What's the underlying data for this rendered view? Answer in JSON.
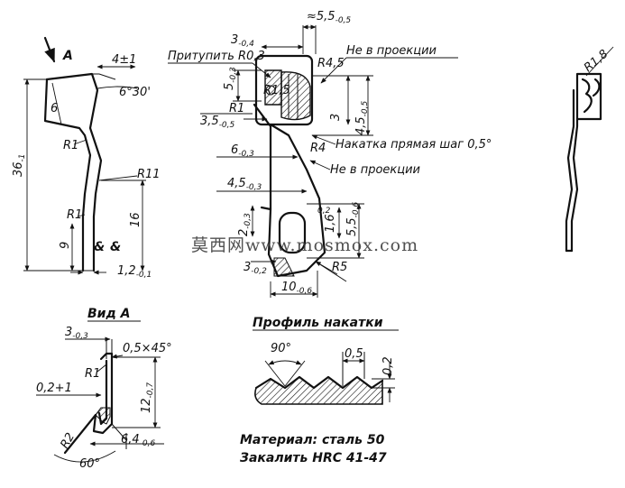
{
  "view_arrow": "A",
  "left_view": {
    "top_width": "4±1",
    "angle": "6°30'",
    "dim_6": "6",
    "height_main": "36",
    "height_main_tol": "-1",
    "r1_top": "R1",
    "r11": "R11",
    "r1_bottom": "R1",
    "dim_9": "9",
    "dim_16": "16",
    "thickness": "1,2",
    "thickness_tol": "-0,1"
  },
  "center_view": {
    "note_blunt": "Притупить R0,3",
    "dim_3": "3",
    "dim_3_tol": "-0,4",
    "dim_55": "≈5,5",
    "dim_55_tol": "-0,5",
    "note_not_proj_top": "Не в проекции",
    "r45": "R4,5",
    "dim_5": "5",
    "dim_5_tol": "-0,3",
    "r15": "R1,5",
    "r1": "R1",
    "dim_35": "3,5",
    "dim_35_tol": "-0,5",
    "dim_3b": "3",
    "dim_45v": "4,5",
    "dim_45v_tol": "-0,5",
    "r4": "R4",
    "note_knurl": "Накатка прямая  шаг 0,5°",
    "dim_6": "6",
    "dim_6_tol": "-0,3",
    "note_not_proj_mid": "Не в проекции",
    "dim_45": "4,5",
    "dim_45_tol": "-0,3",
    "dim_2": "2",
    "dim_2_tol": "-0,3",
    "dim_02": "0,2",
    "dim_16": "1,6",
    "dim_55v": "5,5",
    "dim_55v_tol": "-0,6",
    "dim_3c": "3",
    "dim_3c_tol": "-0,2",
    "r5": "R5",
    "dim_10": "10",
    "dim_10_tol": "-0,6"
  },
  "right_view": {
    "r18": "R1,8"
  },
  "view_a": {
    "title": "Вид А",
    "dim_3": "3",
    "dim_3_tol": "-0,3",
    "chamfer": "0,5×45°",
    "r1": "R1",
    "dim_02": "0,2+1",
    "dim_12": "12",
    "dim_12_tol": "-0,7",
    "r2": "R2",
    "dim_64": "6,4",
    "dim_64_tol": "-0,6",
    "angle": "60°"
  },
  "knurl_profile": {
    "title": "Профиль накатки",
    "angle": "90°",
    "pitch": "0,5",
    "depth": "0,2"
  },
  "material": {
    "line1": "Материал: сталь 50",
    "line2": "Закалить HRC 41-47"
  },
  "watermark": "莫西网www.mosmox.com"
}
